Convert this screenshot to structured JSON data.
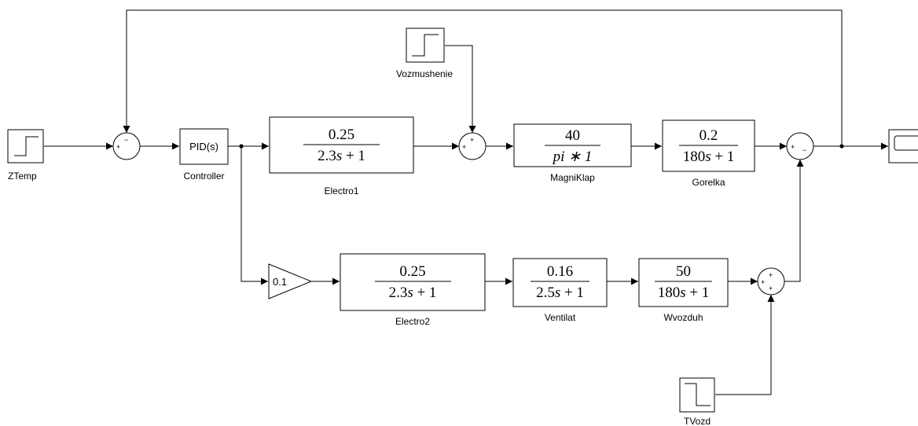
{
  "blocks": {
    "ztemp": {
      "label": "ZTemp"
    },
    "controller": {
      "text": "PID(s)",
      "label": "Controller"
    },
    "electro1": {
      "num": "0.25",
      "den": "2.3",
      "den_s": "s",
      "den_rest": " + 1",
      "label": "Electro1"
    },
    "vozmushenie": {
      "label": "Vozmushenie"
    },
    "magniklap": {
      "num": "40",
      "den": "pi ∗ 1",
      "label": "MagniKlap"
    },
    "gorelka": {
      "num": "0.2",
      "den": "180",
      "den_s": "s",
      "den_rest": " + 1",
      "label": "Gorelka"
    },
    "gain": {
      "value": "0.1"
    },
    "electro2": {
      "num": "0.25",
      "den": "2.3",
      "den_s": "s",
      "den_rest": " + 1",
      "label": "Electro2"
    },
    "ventilat": {
      "num": "0.16",
      "den": "2.5",
      "den_s": "s",
      "den_rest": " + 1",
      "label": "Ventilat"
    },
    "wvozduh": {
      "num": "50",
      "den": "180",
      "den_s": "s",
      "den_rest": " + 1",
      "label": "Wvozduh"
    },
    "tvozd": {
      "label": "TVozd"
    }
  },
  "sums": {
    "sum1": {
      "top": "−",
      "left": "+"
    },
    "sum2": {
      "top": "+",
      "left": "+"
    },
    "sum3": {
      "left": "+",
      "bottom": "−"
    },
    "sum4": {
      "top": "+",
      "left": "+",
      "bottom": "+"
    }
  }
}
